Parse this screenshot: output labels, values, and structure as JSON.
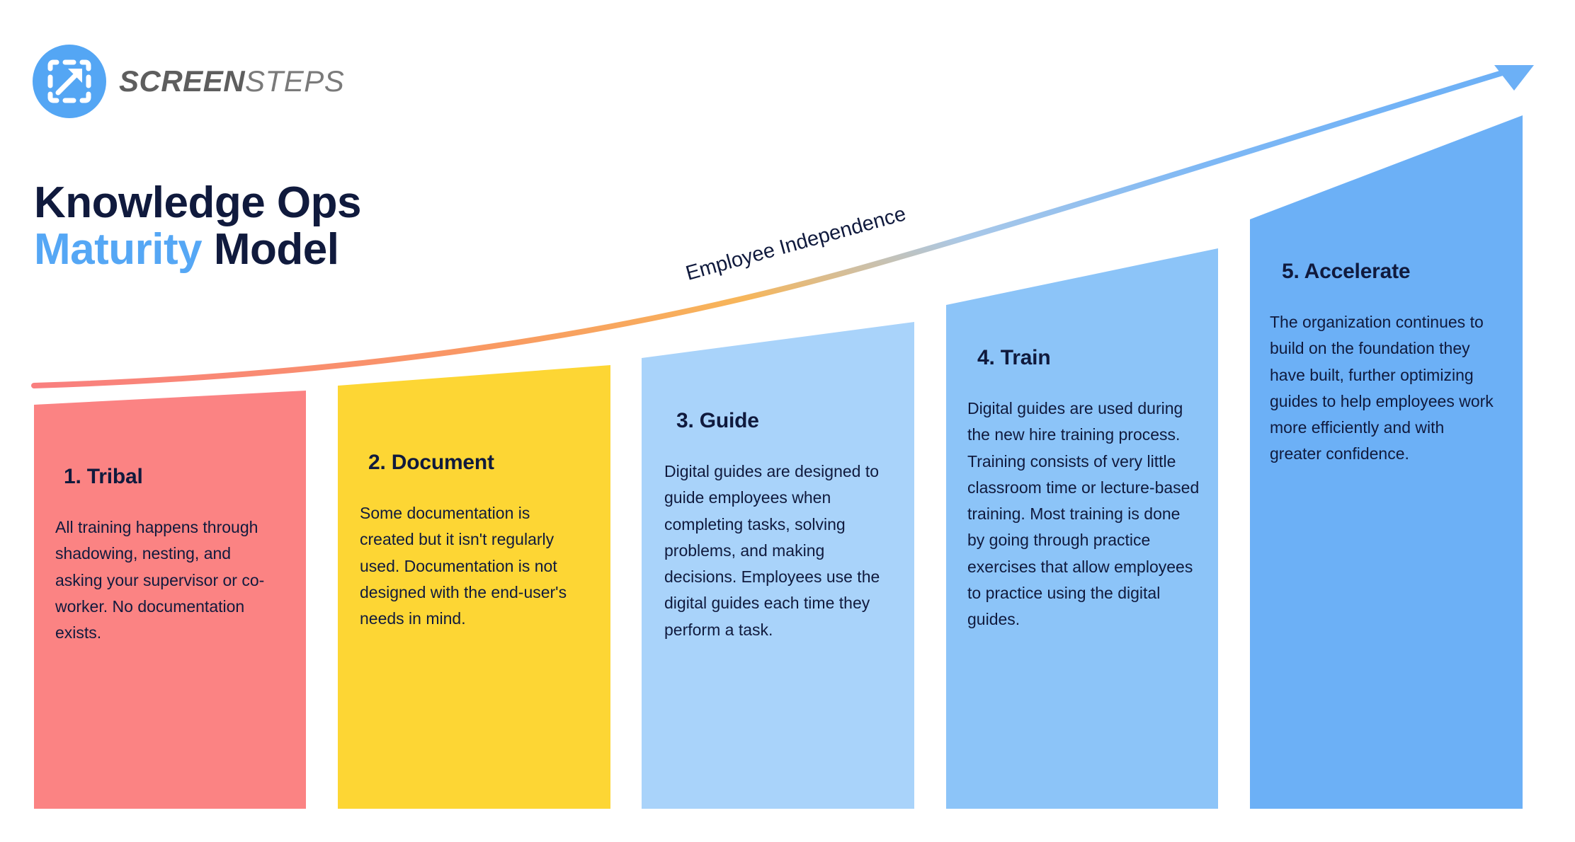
{
  "brand": {
    "logo_icon": "screensteps-arrow-in-dashed-frame-icon",
    "wordmark_primary": "SCREEN",
    "wordmark_secondary": "STEPS",
    "logo_color": "#54a6f4"
  },
  "title": {
    "line1": "Knowledge Ops",
    "line2_accent": "Maturity",
    "line2_rest": " Model",
    "color": "#101a3d",
    "accent_color": "#55a7f5"
  },
  "curve": {
    "label": "Employee Independence",
    "arrowhead_icon": "triangle-arrowhead-icon",
    "gradient_start": "#f98080",
    "gradient_mid": "#f9a94f",
    "gradient_end": "#6cb0f6"
  },
  "chart_data": {
    "type": "bar",
    "title": "Knowledge Ops Maturity Model",
    "xlabel": "",
    "ylabel": "Employee Independence",
    "grid": false,
    "legend": "none",
    "categories": [
      "1. Tribal",
      "2. Document",
      "3. Guide",
      "4. Train",
      "5. Accelerate"
    ],
    "values": [
      1,
      2,
      3,
      4,
      5
    ],
    "annotations": [
      "Employee Independence"
    ],
    "colors": [
      "#fb8383",
      "#fdd634",
      "#a9d3fa",
      "#8cc4f8",
      "#6cb0f6"
    ]
  },
  "stages": [
    {
      "number": "1",
      "heading": "1. Tribal",
      "body": "All training happens through shadowing, nesting, and asking your supervisor or co-worker. No documentation exists.",
      "color": "#fb8383"
    },
    {
      "number": "2",
      "heading": "2. Document",
      "body": "Some documentation is created but it isn't regularly used. Documentation is not designed with the end-user's needs in mind.",
      "color": "#fdd634"
    },
    {
      "number": "3",
      "heading": "3. Guide",
      "body": "Digital guides are designed to guide employees when completing tasks, solving problems, and making decisions. Employees use the digital guides each time they perform a task.",
      "color": "#a9d3fa"
    },
    {
      "number": "4",
      "heading": "4. Train",
      "body": "Digital guides are used during the new hire training process. Training consists of very little classroom time or lecture-based training. Most training is done by going through practice exercises that allow employees to practice using the digital guides.",
      "color": "#8cc4f8"
    },
    {
      "number": "5",
      "heading": "5. Accelerate",
      "body": "The organization continues to build on the foundation they have built, further optimizing guides to help employees work more efficiently and with greater confidence.",
      "color": "#6cb0f6"
    }
  ]
}
